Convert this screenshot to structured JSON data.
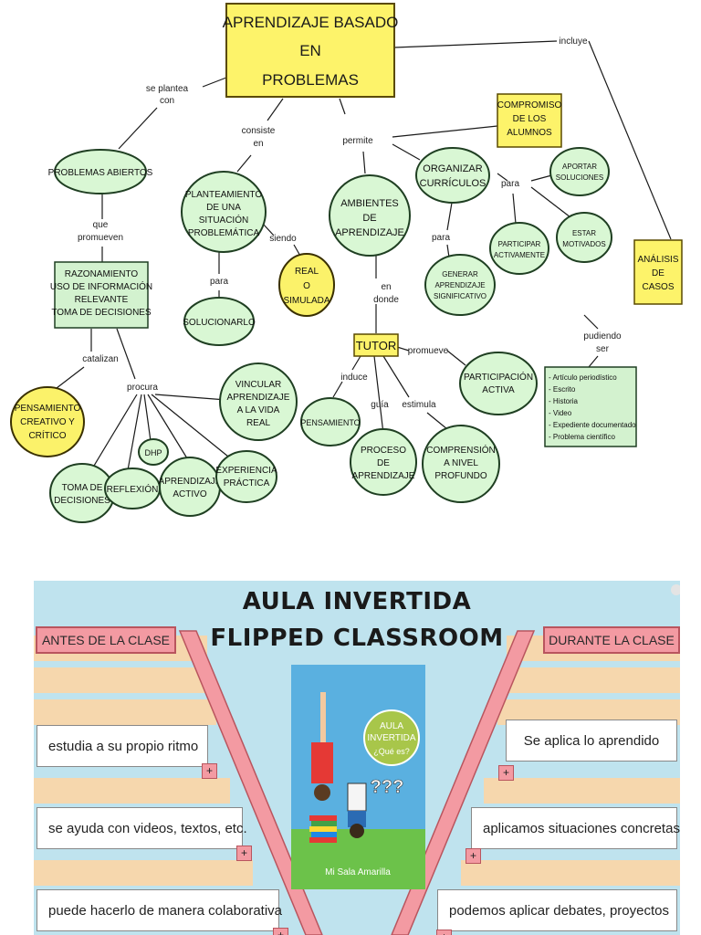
{
  "concept_map": {
    "main_title": [
      "APRENDIZAJE BASADO",
      "EN",
      "PROBLEMAS"
    ],
    "nodes": {
      "compromiso": [
        "COMPROMISO",
        "DE LOS",
        "ALUMNOS"
      ],
      "analisis": [
        "ANÁLISIS",
        "DE",
        "CASOS"
      ],
      "tutor": [
        "TUTOR"
      ],
      "problemas_abiertos": [
        "PROBLEMAS ABIERTOS"
      ],
      "razonamiento": [
        "RAZONAMIENTO",
        "USO DE INFORMACIÓN",
        "RELEVANTE",
        "TOMA DE DECISIONES"
      ],
      "planteamiento": [
        "PLANTEAMIENTO",
        "DE UNA",
        "SITUACIÓN",
        "PROBLEMÁTICA"
      ],
      "real_simulada": [
        "REAL",
        "O",
        "SIMULADA"
      ],
      "solucionarlo": [
        "SOLUCIONARLO"
      ],
      "ambientes": [
        "AMBIENTES",
        "DE",
        "APRENDIZAJE"
      ],
      "organizar": [
        "ORGANIZAR",
        "CURRÍCULOS"
      ],
      "aportar": [
        "APORTAR",
        "SOLUCIONES"
      ],
      "participar": [
        "PARTICIPAR",
        "ACTIVAMENTE"
      ],
      "estar_motivados": [
        "ESTAR",
        "MOTIVADOS"
      ],
      "generar": [
        "GENERAR",
        "APRENDIZAJE",
        "SIGNIFICATIVO"
      ],
      "pensamiento_creativo": [
        "PENSAMIENTO",
        "CREATIVO Y",
        "CRÍTICO"
      ],
      "vincular": [
        "VINCULAR",
        "APRENDIZAJE",
        "A LA VIDA",
        "REAL"
      ],
      "dhp": [
        "DHP"
      ],
      "toma_decisiones": [
        "TOMA DE",
        "DECISIONES"
      ],
      "reflexion": [
        "REFLEXIÓN"
      ],
      "aprendizaje_activo": [
        "APRENDIZAJE",
        "ACTIVO"
      ],
      "experiencia": [
        "EXPERIENCIA",
        "PRÁCTICA"
      ],
      "pensamiento": [
        "PENSAMIENTO"
      ],
      "proceso": [
        "PROCESO",
        "DE",
        "APRENDIZAJE"
      ],
      "comprension": [
        "COMPRENSIÓN",
        "A NIVEL",
        "PROFUNDO"
      ],
      "participacion": [
        "PARTICIPACIÓN",
        "ACTIVA"
      ]
    },
    "link_labels": {
      "incluye": [
        "incluye"
      ],
      "se_plantea": [
        "se plantea",
        "con"
      ],
      "consiste": [
        "consiste",
        "en"
      ],
      "permite": [
        "permite"
      ],
      "que_promueven": [
        "que",
        "promueven"
      ],
      "siendo": [
        "siendo"
      ],
      "para_sol": [
        "para"
      ],
      "para_org": [
        "para"
      ],
      "para_gen": [
        "para"
      ],
      "en_donde": [
        "en",
        "donde"
      ],
      "pudiendo": [
        "pudiendo",
        "ser"
      ],
      "catalizan": [
        "catalizan"
      ],
      "procura": [
        "procura"
      ],
      "promueve": [
        "promueve"
      ],
      "induce": [
        "induce"
      ],
      "guia": [
        "guía"
      ],
      "estimula": [
        "estimula"
      ]
    },
    "case_types": [
      "- Artículo periodístico",
      "- Escrito",
      "- Historia",
      "- Video",
      "- Expediente documentado",
      "- Problema científico"
    ],
    "colors": {
      "yellow": "#fbf26a",
      "green": "#d9f7d4",
      "box_yellow": "#fdf36a",
      "box_green": "#d3f2cf"
    }
  },
  "flipped": {
    "title_line1": "AULA INVERTIDA",
    "title_line2": "FLIPPED CLASSROOM",
    "before_header": "ANTES DE LA CLASE",
    "during_header": "DURANTE LA CLASE",
    "before_items": [
      "estudia a su propio ritmo",
      "se ayuda con videos, textos, etc.",
      "puede hacerlo de manera colaborativa"
    ],
    "during_items": [
      "Se aplica lo aprendido",
      "aplicamos situaciones concretas",
      "podemos aplicar debates, proyectos"
    ],
    "plus_symbol": "+",
    "book_title": [
      "AULA",
      "INVERTIDA"
    ],
    "book_subtitle": "¿Qué es?",
    "book_marks": "???",
    "book_footer": "Mi Sala Amarilla",
    "colors": {
      "background": "#bfe3ee",
      "header": "#f39aa2",
      "stripe": "#f6d7ad"
    }
  }
}
